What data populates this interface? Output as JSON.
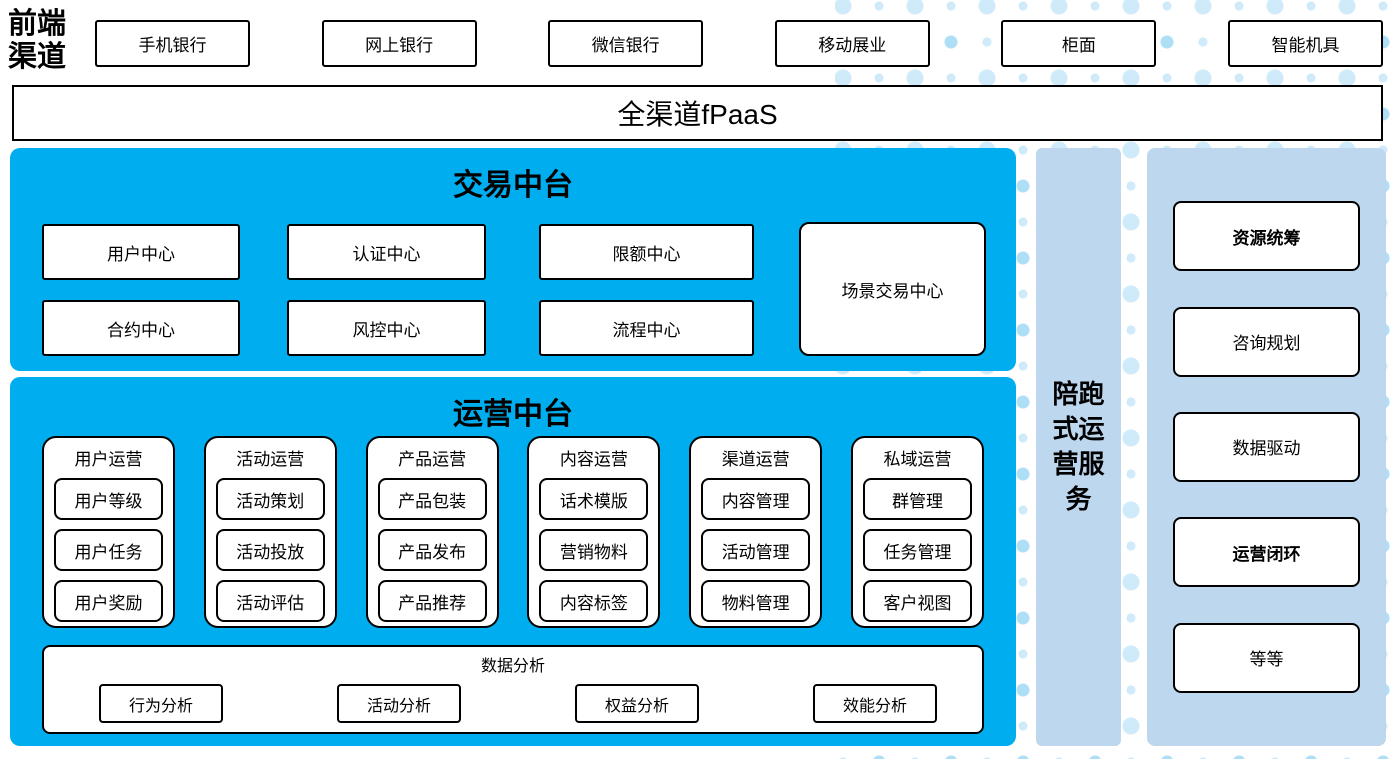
{
  "header": {
    "front_channel_label": "前端渠道",
    "channels": [
      "手机银行",
      "网上银行",
      "微信银行",
      "移动展业",
      "柜面",
      "智能机具"
    ],
    "fpaas_label": "全渠道fPaaS"
  },
  "trading": {
    "title": "交易中台",
    "row1": [
      "用户中心",
      "认证中心",
      "限额中心"
    ],
    "row2": [
      "合约中心",
      "风控中心",
      "流程中心"
    ],
    "scene_center": "场景交易中心"
  },
  "operation": {
    "title": "运营中台",
    "columns": [
      {
        "title": "用户运营",
        "items": [
          "用户等级",
          "用户任务",
          "用户奖励"
        ]
      },
      {
        "title": "活动运营",
        "items": [
          "活动策划",
          "活动投放",
          "活动评估"
        ]
      },
      {
        "title": "产品运营",
        "items": [
          "产品包装",
          "产品发布",
          "产品推荐"
        ]
      },
      {
        "title": "内容运营",
        "items": [
          "话术模版",
          "营销物料",
          "内容标签"
        ]
      },
      {
        "title": "渠道运营",
        "items": [
          "内容管理",
          "活动管理",
          "物料管理"
        ]
      },
      {
        "title": "私域运营",
        "items": [
          "群管理",
          "任务管理",
          "客户视图"
        ]
      }
    ],
    "analysis": {
      "title": "数据分析",
      "items": [
        "行为分析",
        "活动分析",
        "权益分析",
        "效能分析"
      ]
    }
  },
  "side_service": {
    "label": "陪跑式运营服务"
  },
  "right_panel": {
    "items": [
      "资源统筹",
      "咨询规划",
      "数据驱动",
      "运营闭环",
      "等等"
    ]
  },
  "colors": {
    "accent_blue": "#00AEEF",
    "light_blue": "#BDD7EE",
    "dot_light": "#CFEAF9",
    "dot_medium": "#AEDFF6"
  }
}
